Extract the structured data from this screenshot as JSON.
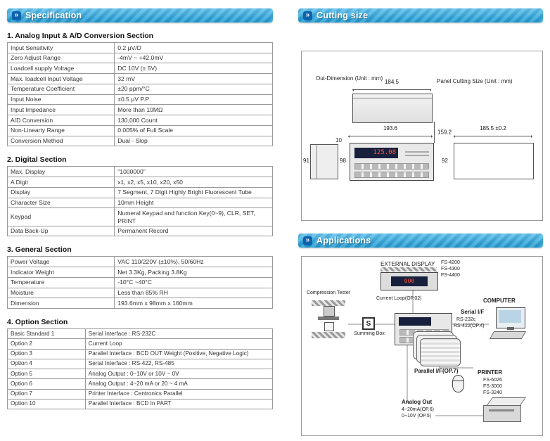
{
  "icons": {
    "banner_arrow": "»"
  },
  "colors": {
    "banner_blue": "#2aa3dc",
    "banner_icon_blue": "#0e63ae",
    "display_bg": "#17203c",
    "display_digits": "#ff5340"
  },
  "left": {
    "header": "Specification",
    "sections": [
      {
        "title": "1. Analog Input & A/D Conversion Section",
        "rows": [
          [
            "Input Sensitivity",
            "0.2 μV/D"
          ],
          [
            "Zero Adjust Range",
            "-4mV ~ +42.0mV"
          ],
          [
            "Loadcell supply Voltage",
            "DC 10V (± 5V)"
          ],
          [
            "Max. loadcell Input Voltage",
            "32 mV"
          ],
          [
            "Temperature Coefficient",
            "±20 ppm/°C"
          ],
          [
            "Input Noise",
            "±0.5 μV P.P"
          ],
          [
            "Input Impedance",
            "More than 10MΩ"
          ],
          [
            "A/D Conversion",
            "130,000 Count"
          ],
          [
            "Non-Linearty Range",
            "0.005% of Full Scale"
          ],
          [
            "Conversion Method",
            "Dual - Slop"
          ]
        ]
      },
      {
        "title": "2. Digital Section",
        "rows": [
          [
            "Max. Display",
            "\"1000000\""
          ],
          [
            "A Digit",
            "x1, x2, x5, x10, x20, x50"
          ],
          [
            "Display",
            "7 Segment, 7 Digit Highly Bright Fluorescent Tube"
          ],
          [
            "Character Size",
            "10mm Height"
          ],
          [
            "Keypad",
            "Numeral Keypad and function Key(0~9), CLR, SET, PRINT"
          ],
          [
            "Data Back-Up",
            "Permanent Record"
          ]
        ]
      },
      {
        "title": "3. General Section",
        "rows": [
          [
            "Power Voltage",
            "VAC 110/220V (±10%), 50/60Hz"
          ],
          [
            "Indicator Weight",
            "Net 3.3Kg, Packing 3.8Kg"
          ],
          [
            "Temperature",
            "-10°C ~40°C"
          ],
          [
            "Moisture",
            "Less than 85% RH"
          ],
          [
            "Dimension",
            "193.6mm x 98mm x 160mm"
          ]
        ]
      },
      {
        "title": "4. Option Section",
        "rows": [
          [
            "Basic Standard 1",
            "Serial Interface : RS-232C"
          ],
          [
            "Option 2",
            "Current Loop"
          ],
          [
            "Option 3",
            "Parallel Interface : BCD OUT Weight (Positive, Negative Logic)"
          ],
          [
            "Option 4",
            "Serial Interface : RS-422, RS-485"
          ],
          [
            "Option 5",
            "Analog Output : 0~10V or 10V ~ 0V"
          ],
          [
            "Option 6",
            "Analog Output : 4~20 mA or 20 ~ 4 mA"
          ],
          [
            "Option 7",
            "Printer Interface : Centronics Parallel"
          ],
          [
            "Option 10",
            "Parallel Interface : BCD In PART"
          ]
        ]
      }
    ]
  },
  "cutting": {
    "header": "Cutting size",
    "out_dimension_label": "Out-Dimension (Unit : mm)",
    "panel_cutting_label": "Panel Cutting Size (Unit : mm)",
    "dim_width_top": "184.5",
    "dim_depth": "159.2",
    "dim_front_width": "193.6",
    "dim_offset": "10",
    "dim_side_height": "91",
    "dim_front_height": "98",
    "dim_panel_width": "185.5 ±0.2",
    "dim_panel_height": "92",
    "indicator_display": "125.08"
  },
  "apps": {
    "header": "Applications",
    "external_display_label": "EXTERNAL DISPLAY",
    "external_display_models": [
      "FS-4200",
      "FS-4300",
      "FS-4400"
    ],
    "external_display_value": "000",
    "compression_tester_label": "Compression Tester",
    "current_loop_label": "Current Loop(OP.02)",
    "computer_label": "COMPUTER",
    "serial_if_label": "Serial I/F",
    "serial_if_models": [
      "RS-232c",
      "RS-422(OP.4)"
    ],
    "summing_letter": "S",
    "summing_label": "Summing Box",
    "parallel_if_label": "Parallel I/F(OP.7)",
    "printer_label": "PRINTER",
    "printer_models": [
      "FS-6026",
      "FS-3000",
      "FS-3240"
    ],
    "analog_out_label": "Analog Out",
    "analog_out_models": [
      "4~20mA(OP.6)",
      "0~10V (OP.5)"
    ]
  }
}
